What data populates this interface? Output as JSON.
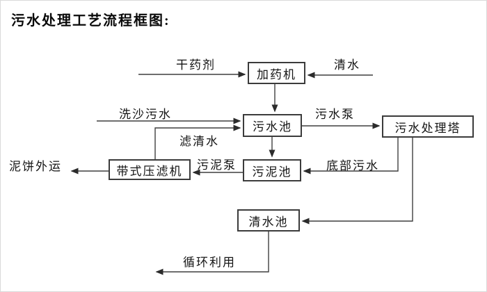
{
  "title": "污水处理工艺流程框图:",
  "diagram": {
    "nodes": {
      "dosing_machine": {
        "label": "加药机"
      },
      "sewage_pool": {
        "label": "污水池"
      },
      "treatment_tower": {
        "label": "污水处理塔"
      },
      "sludge_pool": {
        "label": "污泥池"
      },
      "belt_filter_press": {
        "label": "带式压滤机"
      },
      "clean_water_pool": {
        "label": "清水池"
      }
    },
    "flow_labels": {
      "dry_chemical": {
        "text": "干药剂"
      },
      "clean_water_in": {
        "text": "清水"
      },
      "sand_washing_sewage": {
        "text": "洗沙污水"
      },
      "sewage_pump": {
        "text": "污水泵"
      },
      "filtered_water": {
        "text": "滤清水"
      },
      "bottom_sewage": {
        "text": "底部污水"
      },
      "sludge_pump": {
        "text": "污泥泵"
      },
      "mud_cake_out": {
        "text": "泥饼外运"
      },
      "recycle_reuse": {
        "text": "循环利用"
      }
    },
    "edges": [
      {
        "from": "干药剂",
        "to": "加药机",
        "label": ""
      },
      {
        "from": "清水",
        "to": "加药机",
        "label": ""
      },
      {
        "from": "加药机",
        "to": "污水池",
        "label": ""
      },
      {
        "from": "洗沙污水",
        "to": "污水池",
        "label": ""
      },
      {
        "from": "带式压滤机",
        "to": "污水池",
        "label": "滤清水"
      },
      {
        "from": "污水池",
        "to": "污水处理塔",
        "label": "污水泵"
      },
      {
        "from": "污水池",
        "to": "污泥池",
        "label": ""
      },
      {
        "from": "污水处理塔",
        "to": "污泥池",
        "label": "底部污水"
      },
      {
        "from": "污水处理塔",
        "to": "清水池",
        "label": ""
      },
      {
        "from": "污泥池",
        "to": "带式压滤机",
        "label": "污泥泵"
      },
      {
        "from": "带式压滤机",
        "to": "泥饼外运",
        "label": ""
      },
      {
        "from": "清水池",
        "to": "循环利用",
        "label": ""
      }
    ],
    "colors": {
      "line": "#3f3f3f",
      "text": "#141414",
      "node_border": "#3b3b3b",
      "background": "#ffffff"
    }
  }
}
